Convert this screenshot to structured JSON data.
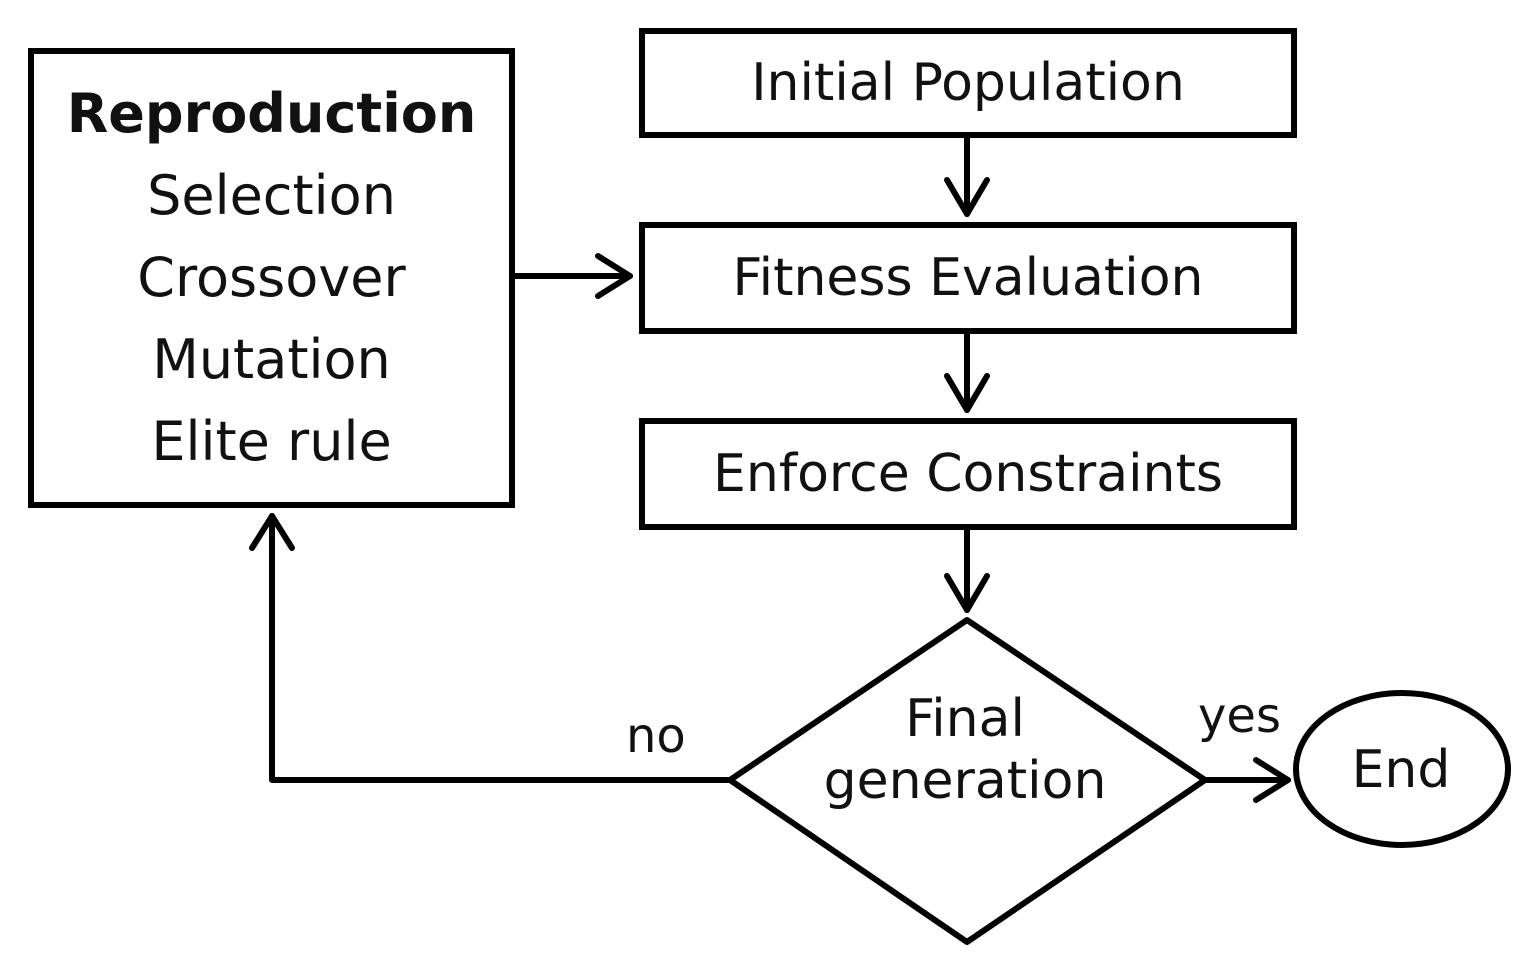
{
  "nodes": {
    "initial_population": "Initial Population",
    "fitness_evaluation": "Fitness Evaluation",
    "enforce_constraints": "Enforce Constraints",
    "reproduction": {
      "title": "Reproduction",
      "steps": [
        "Selection",
        "Crossover",
        "Mutation",
        "Elite rule"
      ]
    },
    "decision": {
      "line1": "Final",
      "line2": "generation"
    },
    "end": "End"
  },
  "edges": {
    "no_label": "no",
    "yes_label": "yes"
  }
}
